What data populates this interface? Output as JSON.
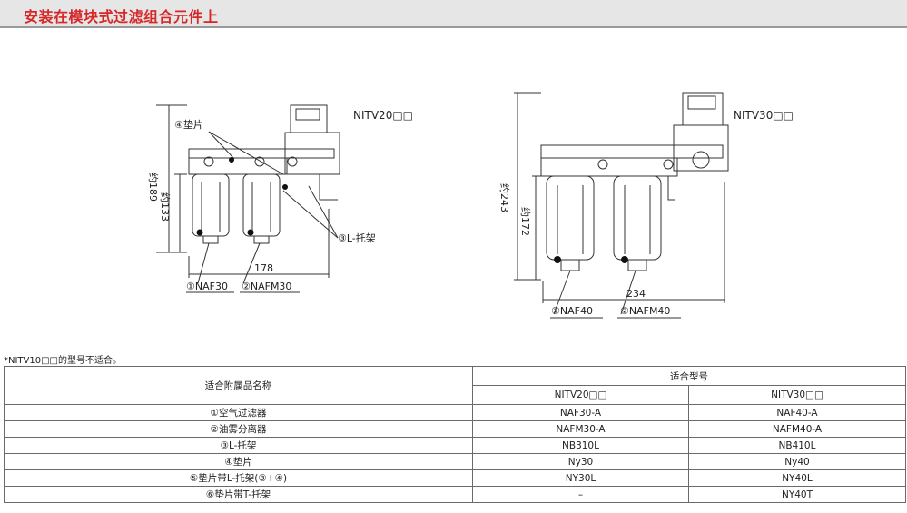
{
  "header": {
    "title": "安装在模块式过滤组合元件上"
  },
  "left_drawing": {
    "model": "NITV20□□",
    "label_gasket": "④垫片",
    "label_bracket": "③L-托架",
    "dim_total_height": "约189",
    "dim_body_height": "约133",
    "dim_width": "178",
    "label_filter": "①NAF30",
    "label_separator": "②NAFM30"
  },
  "right_drawing": {
    "model": "NITV30□□",
    "dim_total_height": "约243",
    "dim_body_height": "约172",
    "dim_width": "234",
    "label_filter": "①NAF40",
    "label_separator": "②NAFM40"
  },
  "note": "*NITV10□□的型号不适合。",
  "table": {
    "col_name": "适合附属品名称",
    "col_group": "适合型号",
    "col_a": "NITV20□□",
    "col_b": "NITV30□□",
    "rows": [
      {
        "name": "①空气过滤器",
        "a": "NAF30-A",
        "b": "NAF40-A"
      },
      {
        "name": "②油雾分离器",
        "a": "NAFM30-A",
        "b": "NAFM40-A"
      },
      {
        "name": "③L-托架",
        "a": "NB310L",
        "b": "NB410L"
      },
      {
        "name": "④垫片",
        "a": "Ny30",
        "b": "Ny40"
      },
      {
        "name": "⑤垫片带L-托架(③+④)",
        "a": "NY30L",
        "b": "NY40L"
      },
      {
        "name": "⑥垫片带T-托架",
        "a": "–",
        "b": "NY40T"
      }
    ]
  }
}
